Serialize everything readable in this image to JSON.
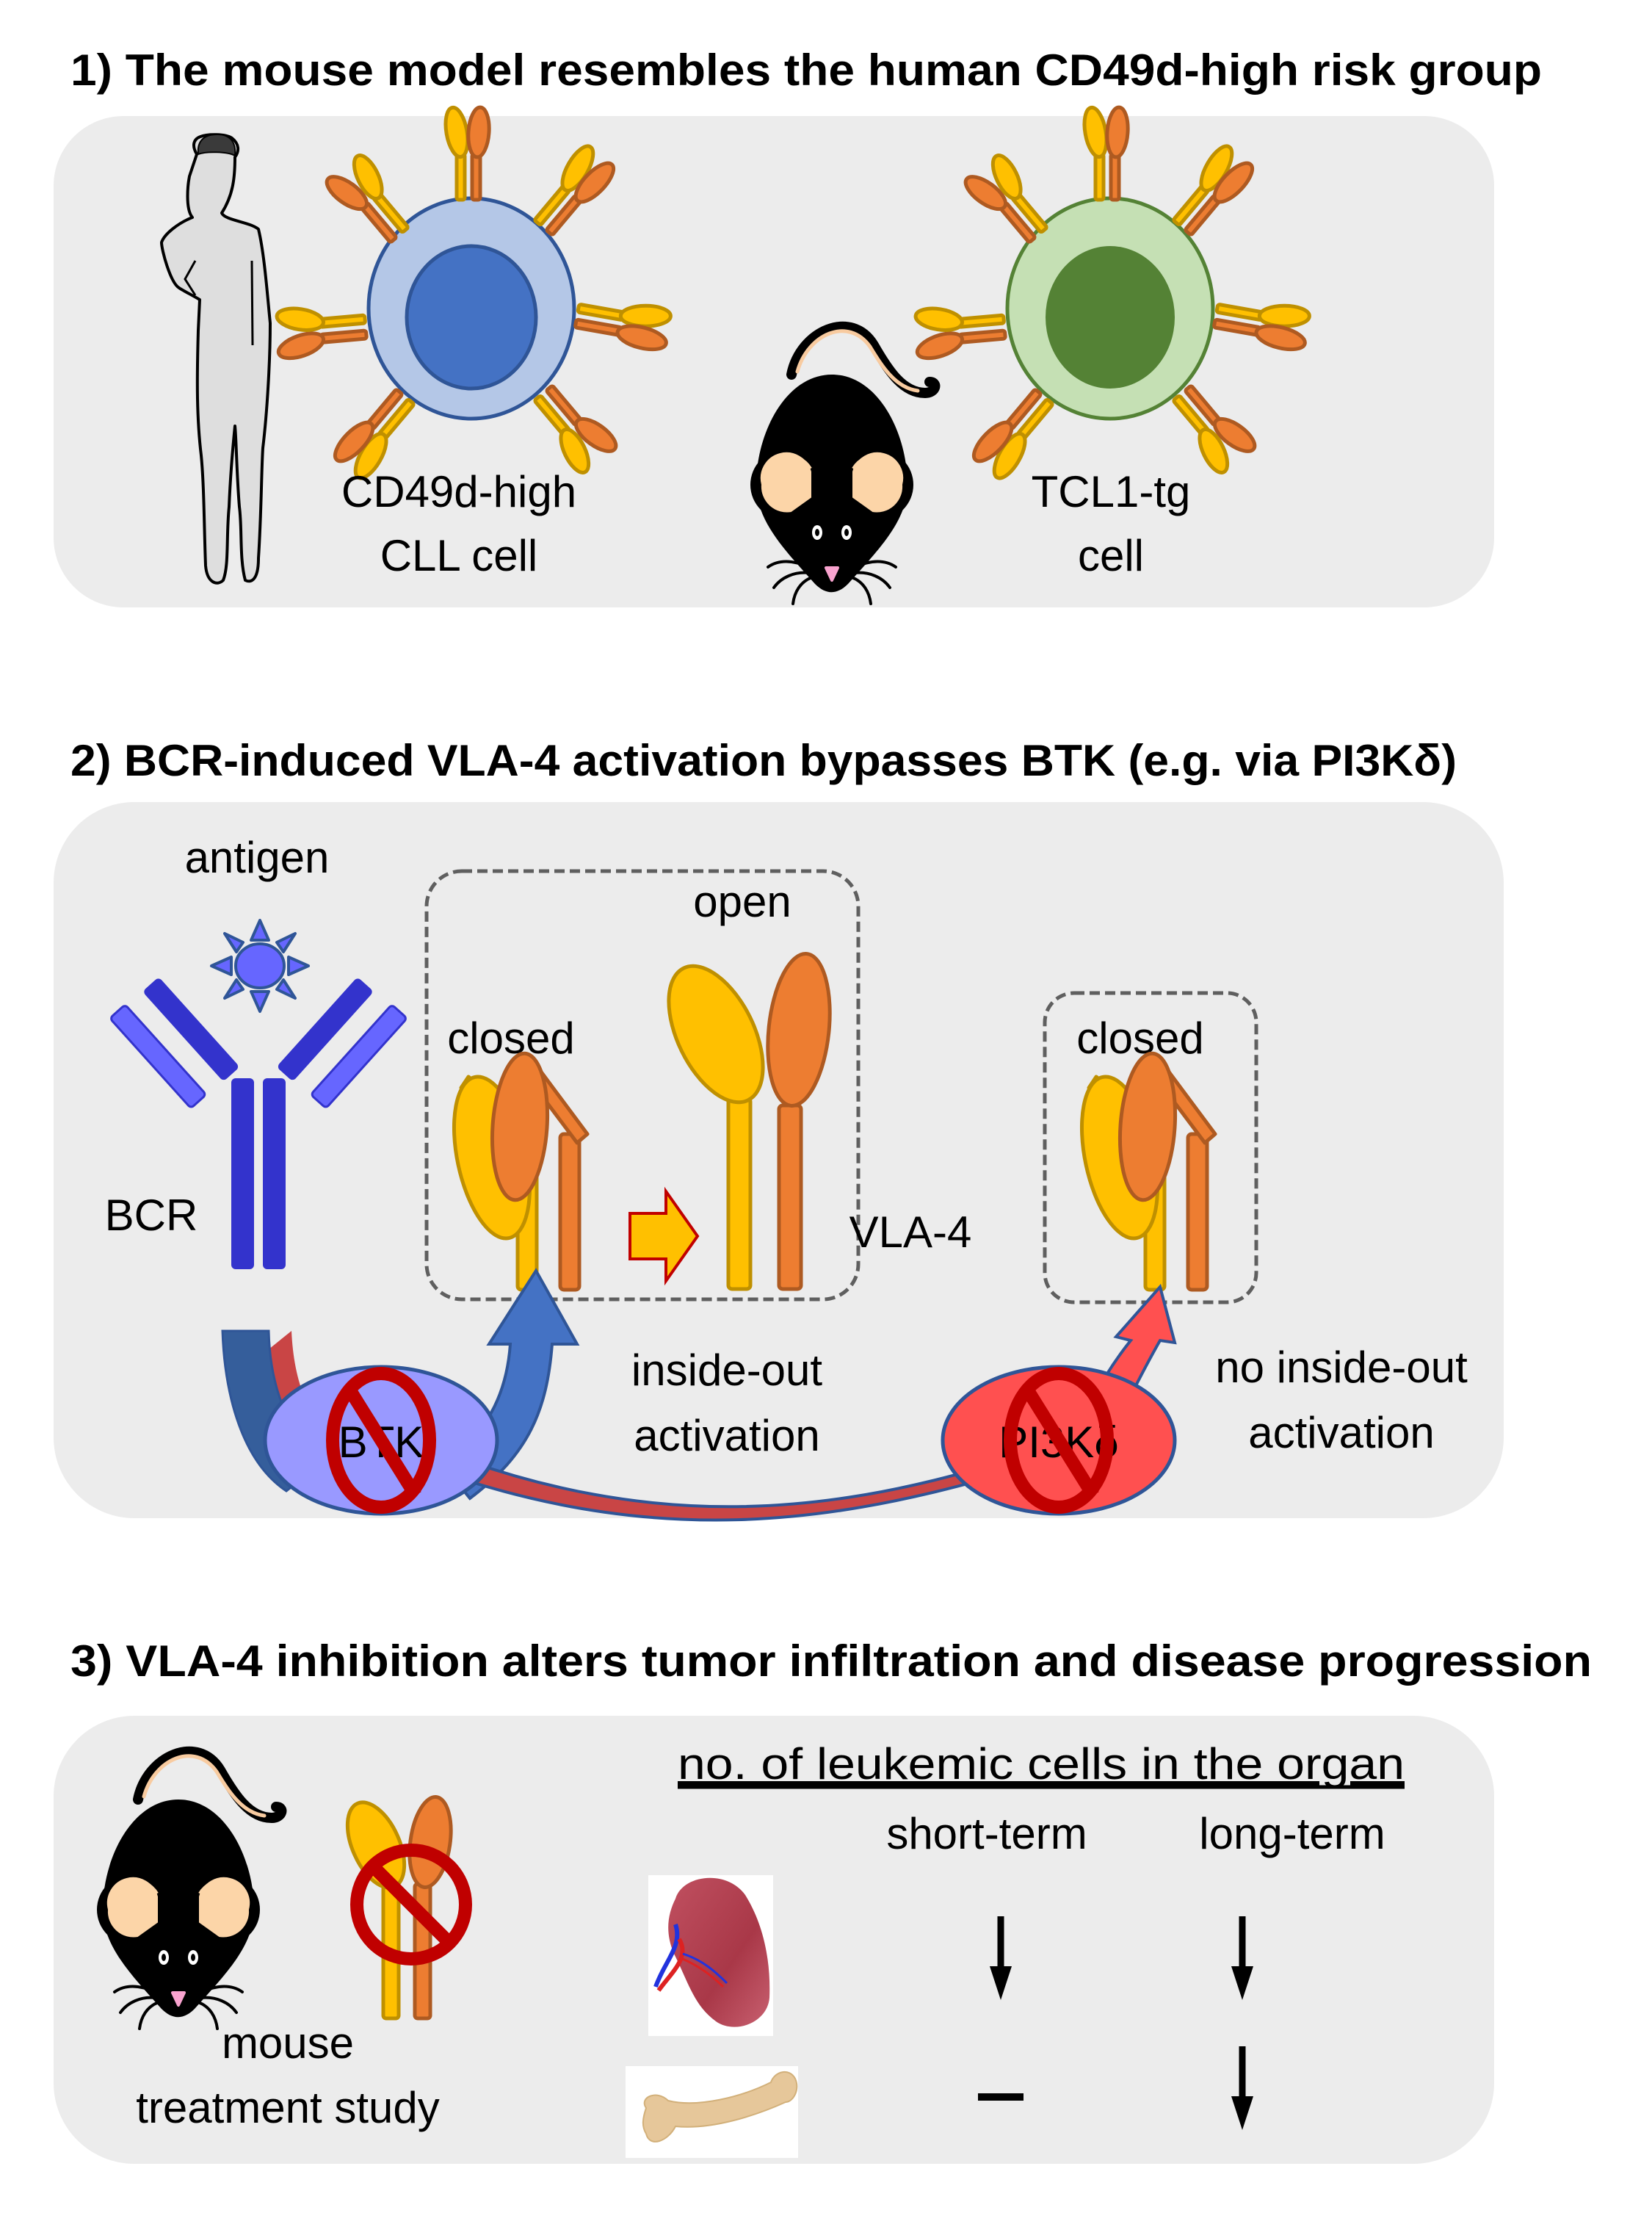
{
  "panel1": {
    "title": "1) The mouse model resembles the human CD49d-high risk group",
    "human_cell": {
      "line1": "CD49d-high",
      "line2": "CLL cell",
      "membrane_color": "#b4c7e7",
      "nucleus_color": "#4472c4"
    },
    "mouse_cell": {
      "line1": "TCL1-tg",
      "line2": "cell",
      "membrane_color": "#c5e0b4",
      "nucleus_color": "#548235"
    }
  },
  "panel2": {
    "title": "2) BCR-induced VLA-4 activation bypasses BTK (e.g. via PI3Kδ)",
    "antigen_label": "antigen",
    "bcr_label": "BCR",
    "closed_label_a": "closed",
    "open_label": "open",
    "vla4_label": "VLA-4",
    "closed_label_b": "closed",
    "btk_label": "BTK",
    "pi3k_label": "PI3Kδ",
    "inside_out_line1": "inside-out",
    "inside_out_line2": "activation",
    "no_inside_out_line1": "no inside-out",
    "no_inside_out_line2": "activation",
    "btk_color": "#9999ff",
    "pi3k_color": "#ff5050",
    "inhibit_color": "#c00000"
  },
  "panel3": {
    "title": "3) VLA-4 inhibition alters tumor infiltration and disease progression",
    "study_line1": "mouse",
    "study_line2": "treatment study",
    "table_heading": "no. of leukemic cells in the organ",
    "columns": [
      "short-term",
      "long-term"
    ],
    "rows": [
      {
        "organ": "spleen",
        "short_term": "decrease",
        "long_term": "decrease"
      },
      {
        "organ": "bone",
        "short_term": "no change",
        "long_term": "decrease"
      }
    ]
  }
}
